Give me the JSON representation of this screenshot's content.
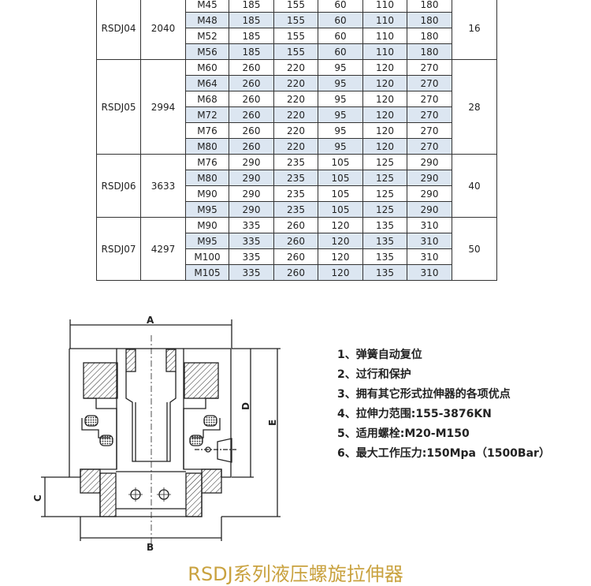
{
  "table": {
    "groups": [
      {
        "model": "RSDJ04",
        "force": "2040",
        "last": "16",
        "rows": [
          [
            "M45",
            "185",
            "155",
            "60",
            "110",
            "180"
          ],
          [
            "M48",
            "185",
            "155",
            "60",
            "110",
            "180"
          ],
          [
            "M52",
            "185",
            "155",
            "60",
            "110",
            "180"
          ],
          [
            "M56",
            "185",
            "155",
            "60",
            "110",
            "180"
          ]
        ]
      },
      {
        "model": "RSDJ05",
        "force": "2994",
        "last": "28",
        "rows": [
          [
            "M60",
            "260",
            "220",
            "95",
            "120",
            "270"
          ],
          [
            "M64",
            "260",
            "220",
            "95",
            "120",
            "270"
          ],
          [
            "M68",
            "260",
            "220",
            "95",
            "120",
            "270"
          ],
          [
            "M72",
            "260",
            "220",
            "95",
            "120",
            "270"
          ],
          [
            "M76",
            "260",
            "220",
            "95",
            "120",
            "270"
          ],
          [
            "M80",
            "260",
            "220",
            "95",
            "120",
            "270"
          ]
        ]
      },
      {
        "model": "RSDJ06",
        "force": "3633",
        "last": "40",
        "rows": [
          [
            "M76",
            "290",
            "235",
            "105",
            "125",
            "290"
          ],
          [
            "M80",
            "290",
            "235",
            "105",
            "125",
            "290"
          ],
          [
            "M90",
            "290",
            "235",
            "105",
            "125",
            "290"
          ],
          [
            "M95",
            "290",
            "235",
            "105",
            "125",
            "290"
          ]
        ]
      },
      {
        "model": "RSDJ07",
        "force": "4297",
        "last": "50",
        "rows": [
          [
            "M90",
            "335",
            "260",
            "120",
            "135",
            "310"
          ],
          [
            "M95",
            "335",
            "260",
            "120",
            "135",
            "310"
          ],
          [
            "M100",
            "335",
            "260",
            "120",
            "135",
            "310"
          ],
          [
            "M105",
            "335",
            "260",
            "120",
            "135",
            "310"
          ]
        ]
      }
    ]
  },
  "diagram": {
    "labels": {
      "a": "A",
      "b": "B",
      "c": "C",
      "d": "D",
      "e": "E"
    }
  },
  "features": [
    "1、弹簧自动复位",
    "2、过行和保护",
    "3、拥有其它形式拉伸器的各项优点",
    "4、拉伸力范围:155-3876KN",
    "5、适用螺栓:M20-M150",
    "6、最大工作压力:150Mpa（1500Bar）"
  ],
  "title": "RSDJ系列液压螺旋拉伸器",
  "colors": {
    "row_alt": "#dce6f1",
    "title": "#c9a23f"
  }
}
